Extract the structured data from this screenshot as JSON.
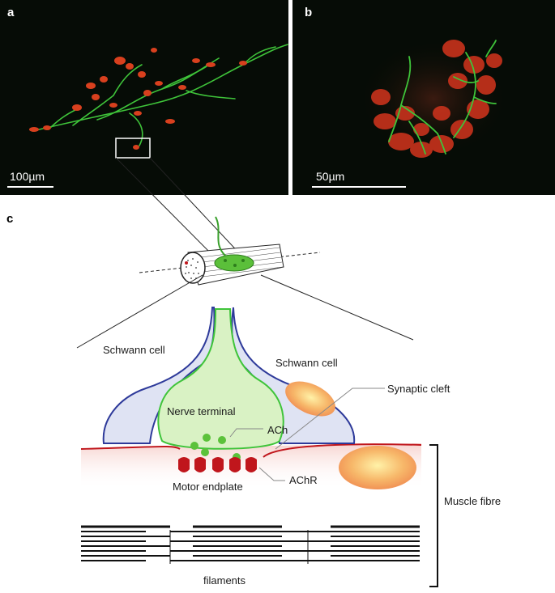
{
  "panels": {
    "a": {
      "letter": "a",
      "scale_bar": "100µm"
    },
    "b": {
      "letter": "b",
      "scale_bar": "50µm"
    },
    "c": {
      "letter": "c"
    }
  },
  "labels": {
    "schwann_left": "Schwann cell",
    "schwann_right": "Schwann cell",
    "synaptic_cleft": "Synaptic cleft",
    "nerve_terminal": "Nerve terminal",
    "ach": "ACh",
    "achr": "AChR",
    "motor_endplate": "Motor endplate",
    "muscle_fibre": "Muscle fibre",
    "filaments": "filaments"
  },
  "colors": {
    "axon_green": "#3fc43a",
    "nerve_terminal_fill": "#d9f2c4",
    "schwann_outline": "#2e3a9a",
    "schwann_fill": "#dfe3f3",
    "membrane_red": "#c0161c",
    "nucleus_orange": "#f5a25a",
    "micrograph_bg": "#060c06"
  }
}
